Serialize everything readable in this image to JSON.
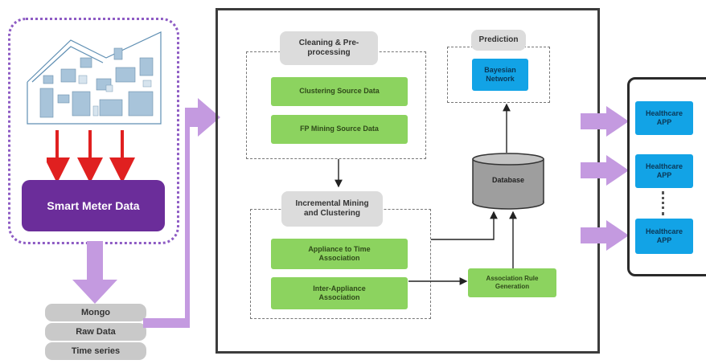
{
  "source": {
    "smart_meter": "Smart Meter Data",
    "storage_layers": [
      "Mongo",
      "Raw Data",
      "Time series"
    ]
  },
  "process": {
    "cleaning": {
      "title": "Cleaning & Pre- processing",
      "items": [
        "Clustering Source Data",
        "FP Mining Source Data"
      ]
    },
    "incremental": {
      "title": "Incremental Mining and Clustering",
      "items": [
        "Appliance to Time Association",
        "Inter-Appliance Association"
      ]
    },
    "prediction": {
      "title": "Prediction",
      "item": "Bayesian Network"
    },
    "database": "Database",
    "rule_generation": "Association Rule Generation"
  },
  "apps": [
    "Healthcare APP",
    "Healthcare APP",
    "Healthcare APP"
  ],
  "colors": {
    "purple_dark": "#7030a0",
    "purple_light": "#c49ae0",
    "arrow_red": "#e02020",
    "green": "#8cd35f",
    "blue": "#12a3e6",
    "grey": "#dcdcdc"
  }
}
